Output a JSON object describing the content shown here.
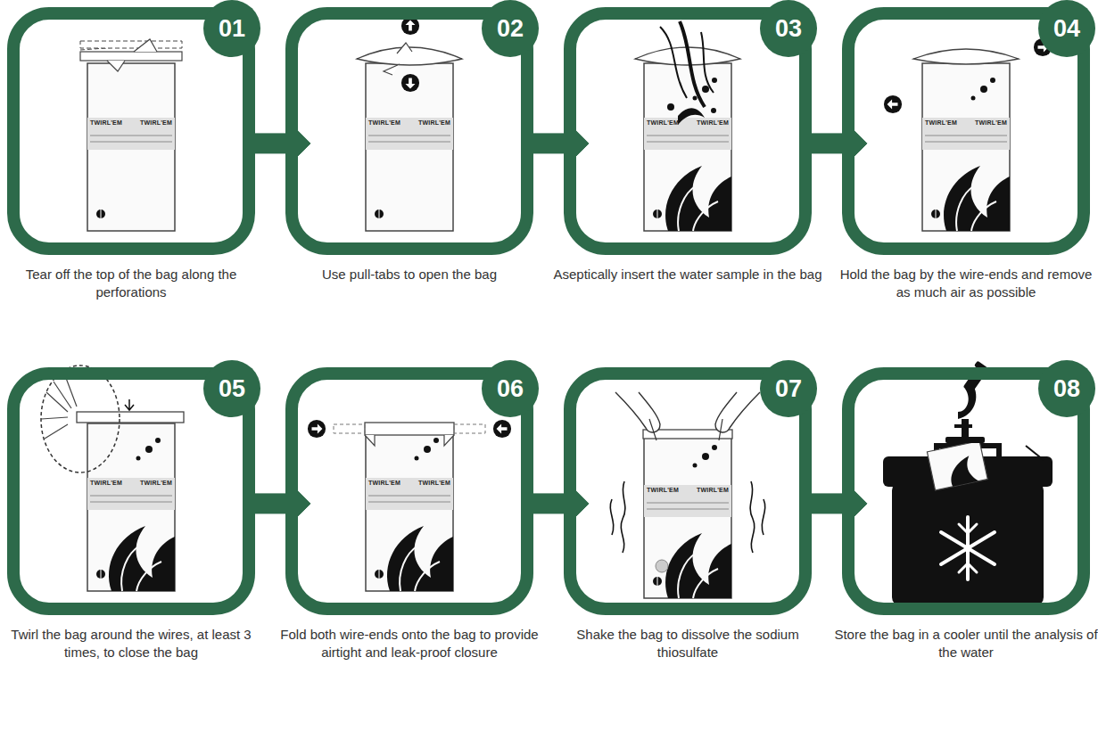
{
  "diagram": {
    "nodes": [
      {
        "text": [
          "01",
          "Tear off the top of the bag along the perforations"
        ]
      },
      {
        "text": [
          "02",
          "Use pull-tabs to open the bag"
        ]
      },
      {
        "text": [
          "03",
          "Aseptically insert the water sample in the bag"
        ]
      },
      {
        "text": [
          "04",
          "Hold the bag by the wire-ends and remove as much air as possible"
        ]
      },
      {
        "text": [
          "05",
          "Twirl the bag around the wires, at least 3 times, to close the bag"
        ]
      },
      {
        "text": [
          "06",
          "Fold both wire-ends onto the bag to provide airtight and leak-proof closure"
        ]
      },
      {
        "text": [
          "07",
          "Shake the bag to dissolve the sodium thiosulfate"
        ]
      },
      {
        "text": [
          "08",
          "Store the bag in a cooler until the analysis of the water"
        ]
      }
    ],
    "edges": [
      {
        "from": 0,
        "to": 1,
        "arrow": "to"
      },
      {
        "from": 1,
        "to": 2,
        "arrow": "to"
      },
      {
        "from": 2,
        "to": 3,
        "arrow": "to"
      },
      {
        "from": 4,
        "to": 5,
        "arrow": "to"
      },
      {
        "from": 5,
        "to": 6,
        "arrow": "to"
      },
      {
        "from": 6,
        "to": 7,
        "arrow": "to"
      }
    ],
    "labels": [
      "TWIRL'EM",
      "TWIRL'EM",
      "TWIRL'EM",
      "TWIRL'EM",
      "TWIRL'EM",
      "TWIRL'EM",
      "TWIRL'EM",
      "TWIRL'EM",
      "TWIRL'EM",
      "TWIRL'EM",
      "TWIRL'EM",
      "TWIRL'EM",
      "TWIRL'EM",
      "TWIRL'EM"
    ]
  }
}
